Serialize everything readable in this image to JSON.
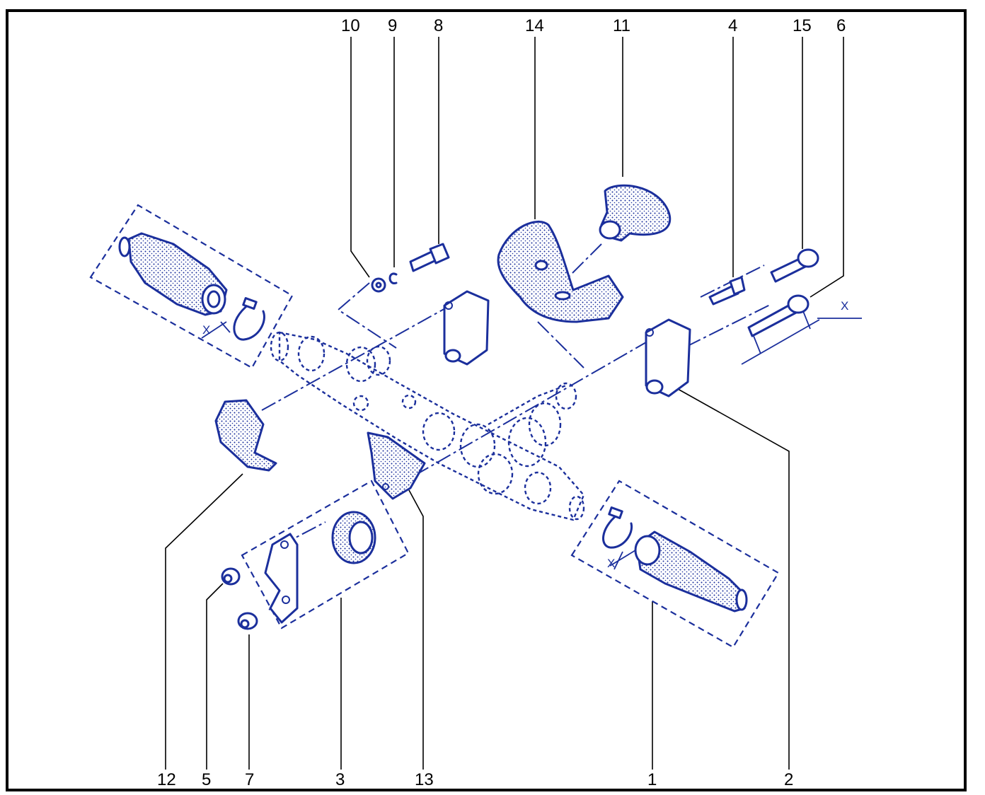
{
  "diagram": {
    "callouts_top": [
      "10",
      "9",
      "8",
      "14",
      "11",
      "4",
      "15",
      "6"
    ],
    "callouts_bottom": [
      "12",
      "5",
      "7",
      "3",
      "13",
      "1",
      "2"
    ],
    "dimension_labels": [
      "X",
      "X",
      "X"
    ]
  },
  "colors": {
    "line_art": "#1b2f9c",
    "frame": "#000000",
    "background": "#ffffff"
  }
}
